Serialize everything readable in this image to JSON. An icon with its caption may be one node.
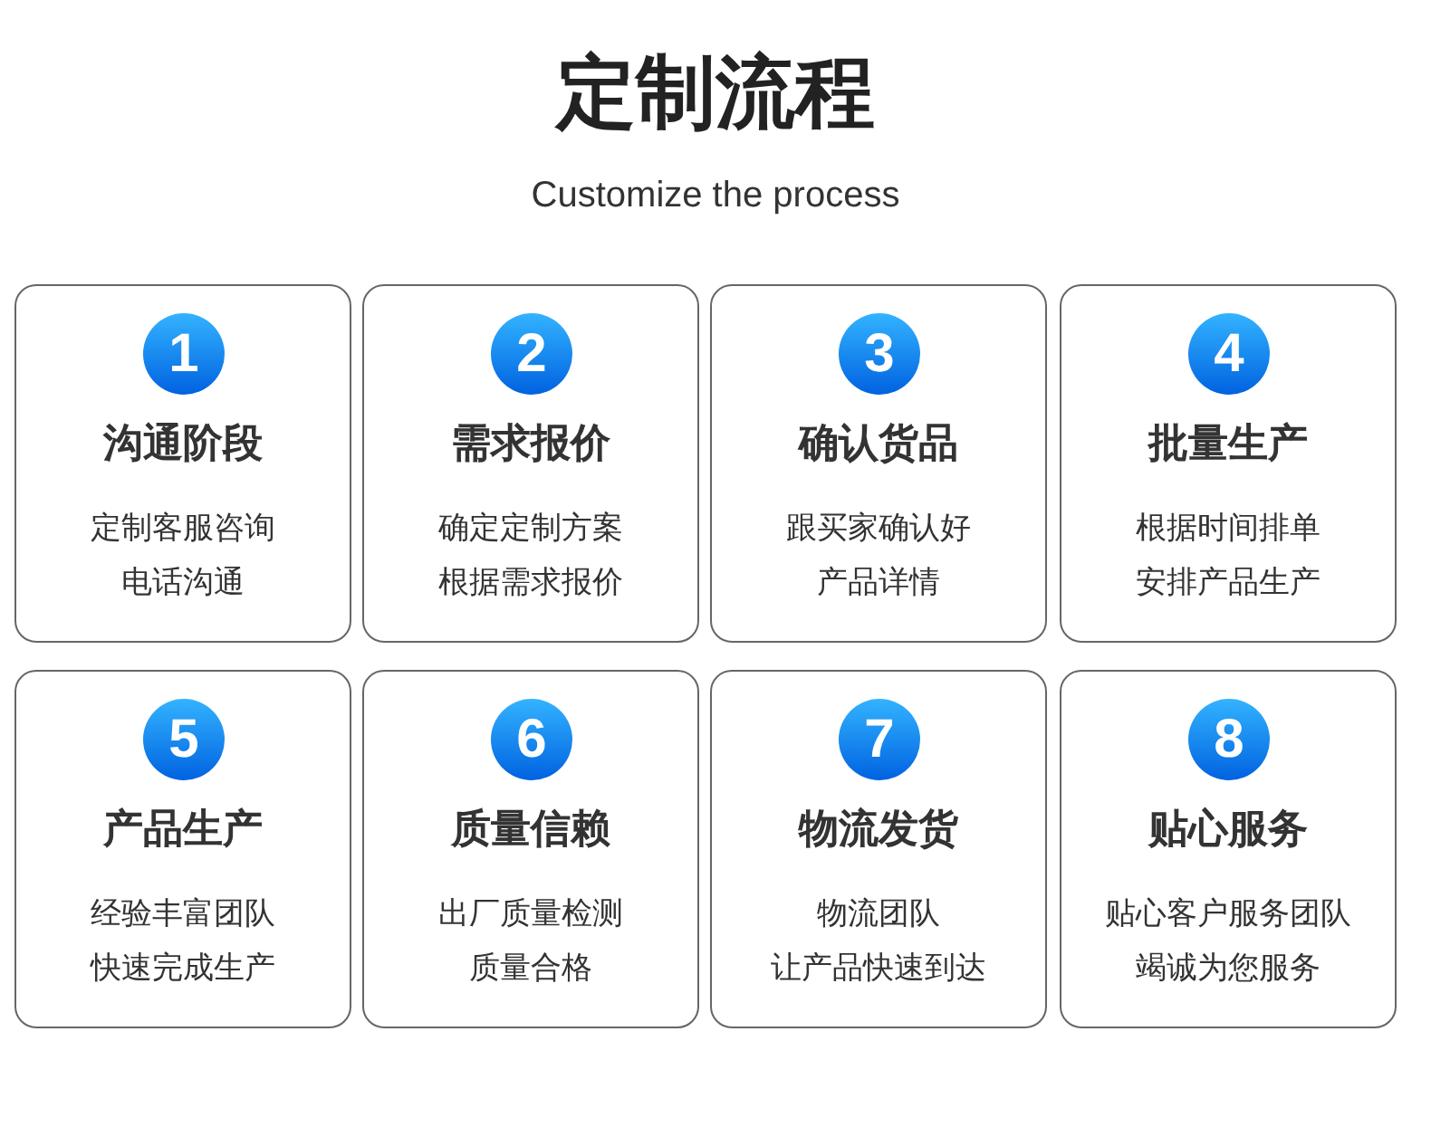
{
  "diagram": {
    "title": "定制流程",
    "caption": "Customize the process",
    "nodes": [
      {
        "text": [
          "1",
          "沟通阶段",
          "定制客服咨询",
          "电话沟通"
        ]
      },
      {
        "text": [
          "2",
          "需求报价",
          "确定定制方案",
          "根据需求报价"
        ]
      },
      {
        "text": [
          "3",
          "确认货品",
          "跟买家确认好",
          "产品详情"
        ]
      },
      {
        "text": [
          "4",
          "批量生产",
          "根据时间排单",
          "安排产品生产"
        ]
      },
      {
        "text": [
          "5",
          "产品生产",
          "经验丰富团队",
          "快速完成生产"
        ]
      },
      {
        "text": [
          "6",
          "质量信赖",
          "出厂质量检测",
          "质量合格"
        ]
      },
      {
        "text": [
          "7",
          "物流发货",
          "物流团队",
          "让产品快速到达"
        ]
      },
      {
        "text": [
          "8",
          "贴心服务",
          "贴心客户服务团队",
          "竭诚为您服务"
        ]
      }
    ],
    "edges": []
  }
}
